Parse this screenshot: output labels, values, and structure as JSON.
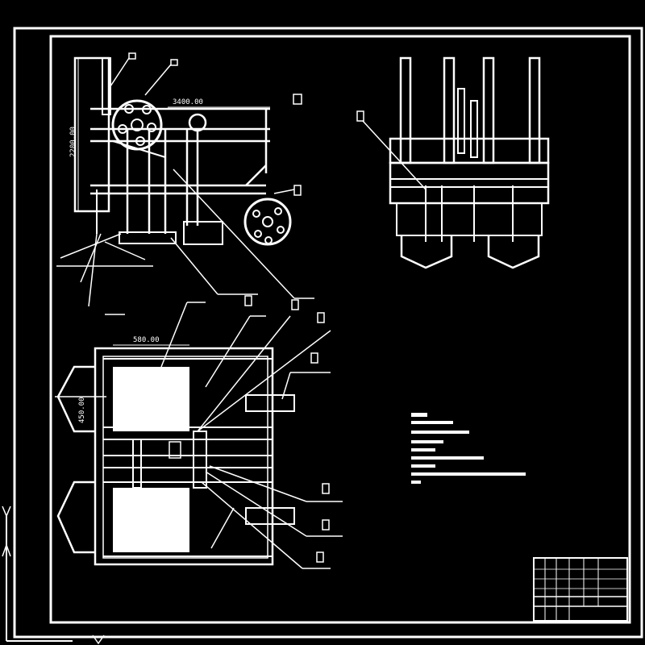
{
  "drawing": {
    "background": "#000000",
    "line_color": "#ffffff",
    "dimensions": {
      "top_width": "3400.00",
      "side_height": "2200.00",
      "plan_width": "580.00",
      "plan_height": "450.00"
    }
  }
}
